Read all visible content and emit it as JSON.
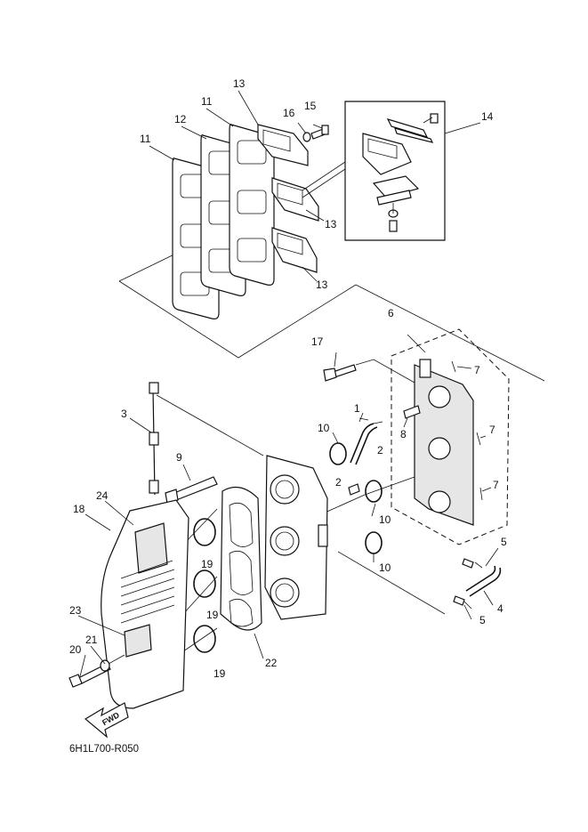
{
  "diagram_code": "6H1L700-R050",
  "fwd_label": "FWD",
  "callouts": {
    "c1": "1",
    "c2a": "2",
    "c2b": "2",
    "c3": "3",
    "c4": "4",
    "c5a": "5",
    "c5b": "5",
    "c6": "6",
    "c7a": "7",
    "c7b": "7",
    "c7c": "7",
    "c8": "8",
    "c9": "9",
    "c10a": "10",
    "c10b": "10",
    "c10c": "10",
    "c11a": "11",
    "c11b": "11",
    "c12": "12",
    "c13a": "13",
    "c13b": "13",
    "c13c": "13",
    "c14": "14",
    "c15": "15",
    "c16": "16",
    "c17": "17",
    "c18": "18",
    "c19a": "19",
    "c19b": "19",
    "c19c": "19",
    "c20": "20",
    "c21": "21",
    "c22": "22",
    "c23": "23",
    "c24": "24"
  }
}
